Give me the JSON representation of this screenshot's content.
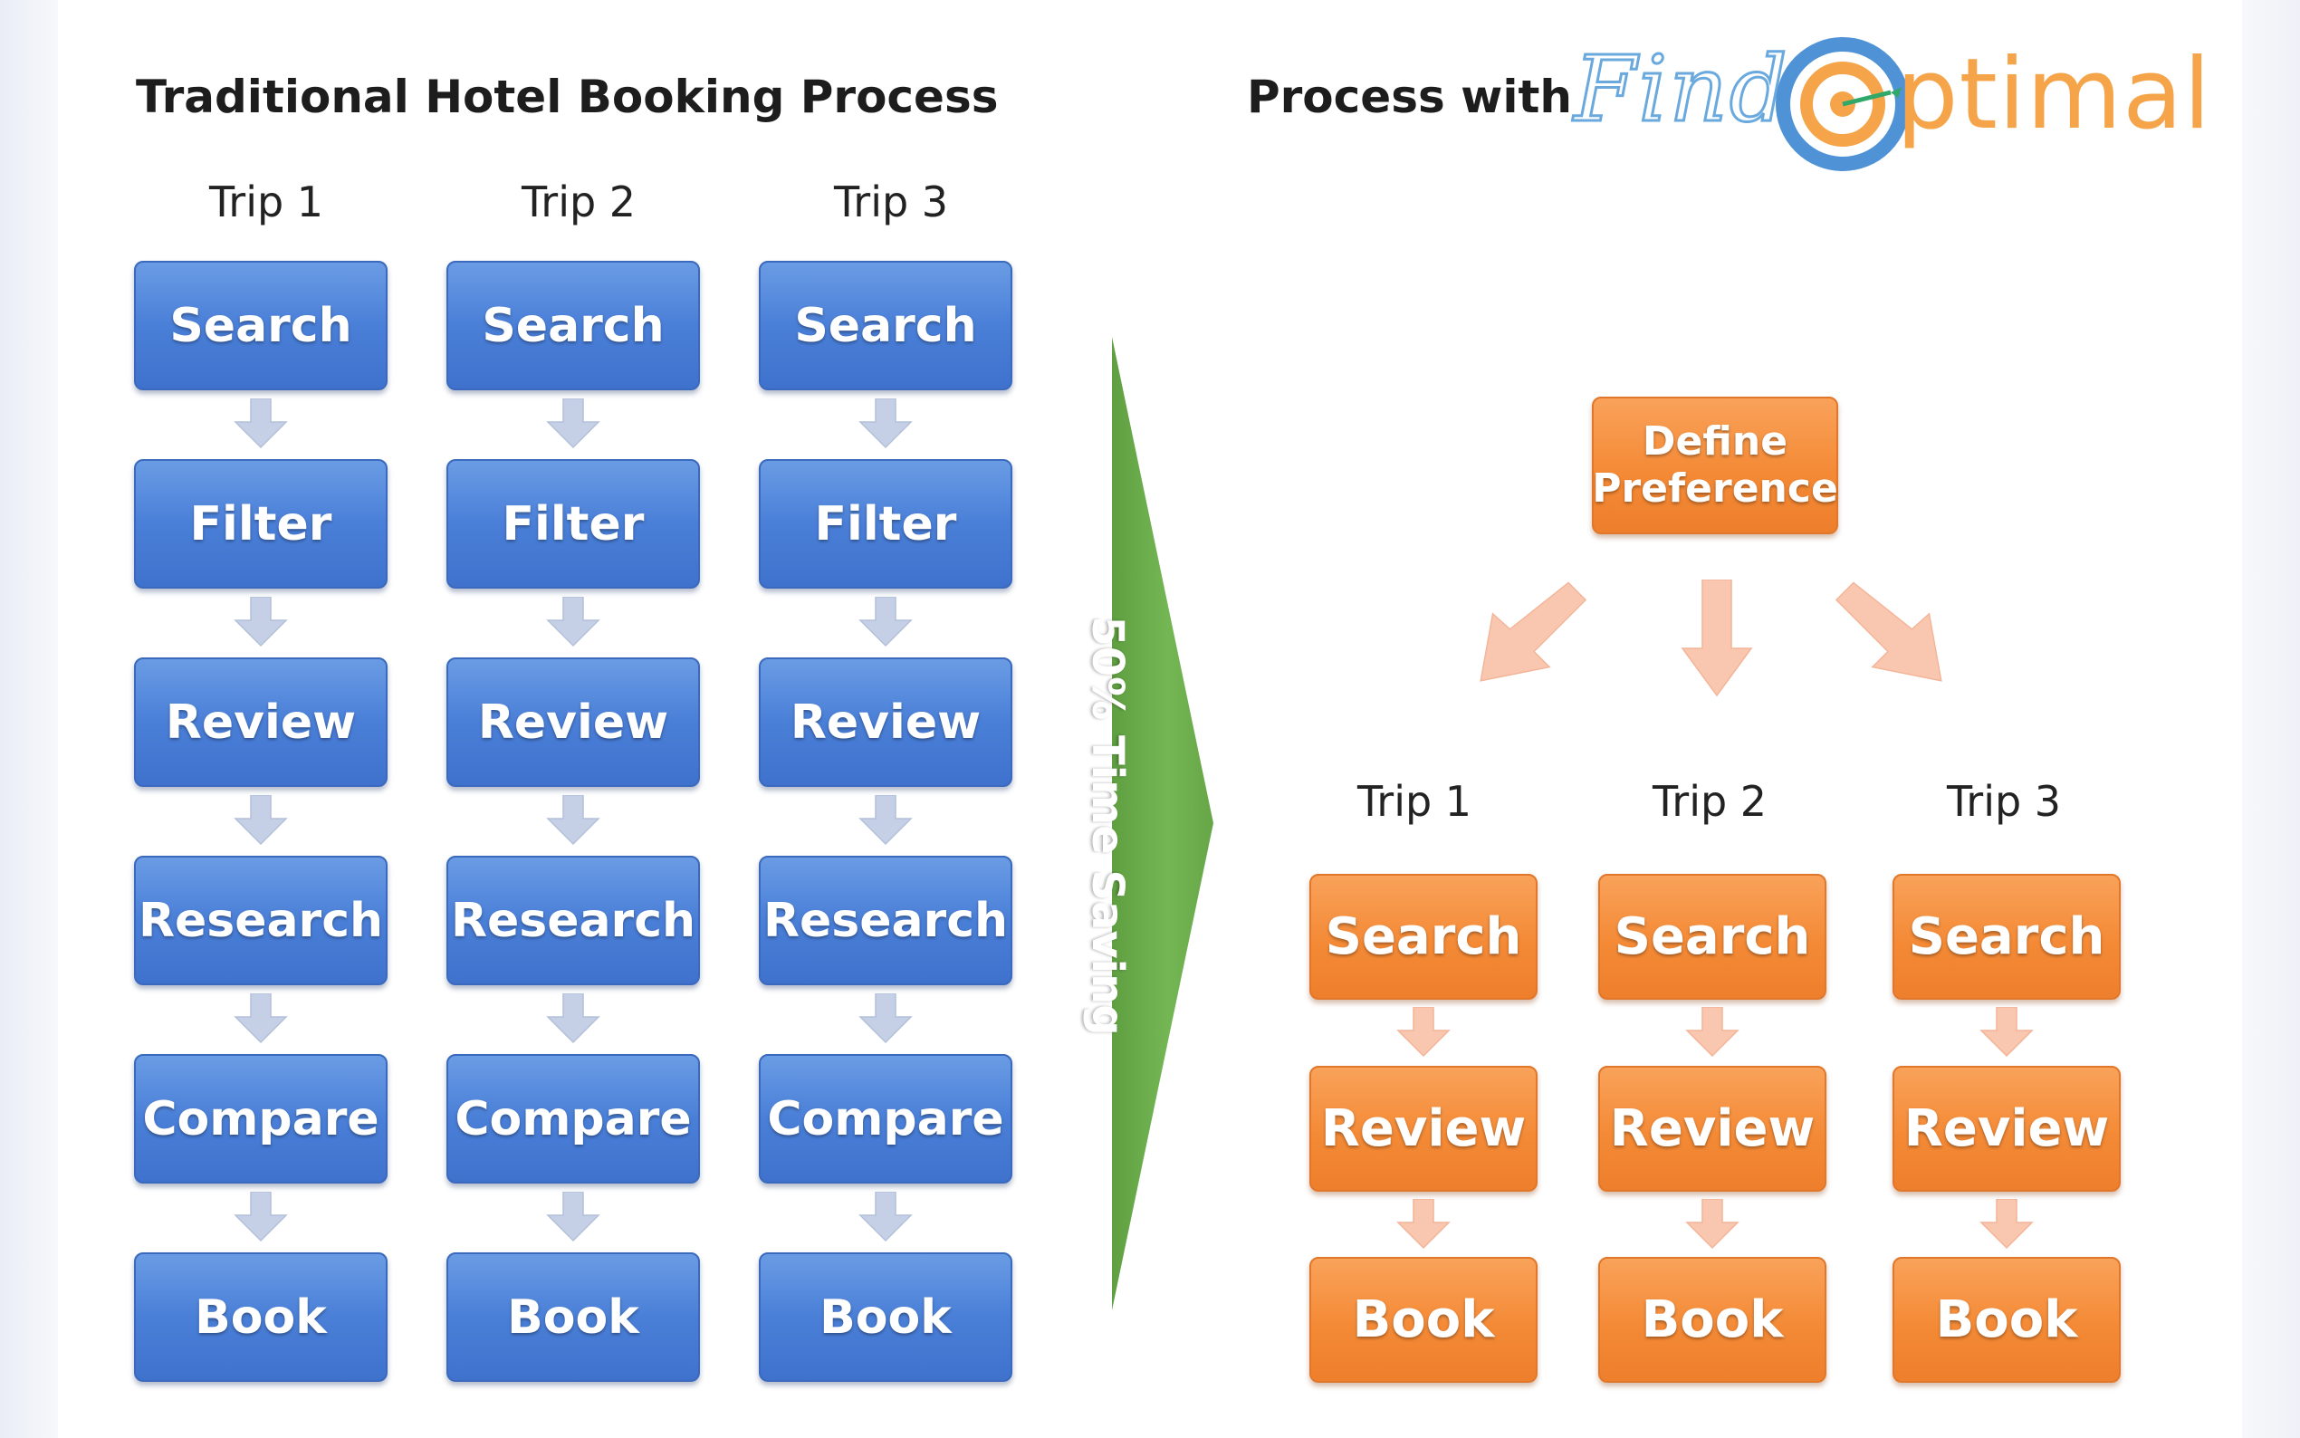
{
  "left": {
    "title": "Traditional Hotel Booking Process",
    "trips": [
      {
        "label": "Trip 1",
        "steps": [
          "Search",
          "Filter",
          "Review",
          "Research",
          "Compare",
          "Book"
        ]
      },
      {
        "label": "Trip 2",
        "steps": [
          "Search",
          "Filter",
          "Review",
          "Research",
          "Compare",
          "Book"
        ]
      },
      {
        "label": "Trip 3",
        "steps": [
          "Search",
          "Filter",
          "Review",
          "Research",
          "Compare",
          "Book"
        ]
      }
    ]
  },
  "transition": {
    "label": "50% Time Saving"
  },
  "right": {
    "title_prefix": "Process with",
    "logo_text": "FindOptimal",
    "logo_find": "Find",
    "logo_o": "O",
    "logo_rest": "ptimal",
    "define_box": [
      "Define",
      "Preference"
    ],
    "trips": [
      {
        "label": "Trip 1",
        "steps": [
          "Search",
          "Review",
          "Book"
        ]
      },
      {
        "label": "Trip 2",
        "steps": [
          "Search",
          "Review",
          "Book"
        ]
      },
      {
        "label": "Trip 3",
        "steps": [
          "Search",
          "Review",
          "Book"
        ]
      }
    ]
  },
  "colors": {
    "blue_box": "#4a7fd8",
    "blue_arrow": "#c5d0e6",
    "orange_box": "#f48a36",
    "orange_arrow": "#f9c7b0",
    "green_arrow": "#6fb04e",
    "logo_blue": "#6aa9de",
    "logo_orange": "#f5a44a"
  },
  "icons": {
    "step_arrow": "down-arrow-icon",
    "fan_arrows": [
      "down-left-arrow-icon",
      "down-arrow-icon",
      "down-right-arrow-icon"
    ],
    "transition_arrow": "right-chevron-arrow-icon",
    "logo_mark": "target-icon"
  }
}
